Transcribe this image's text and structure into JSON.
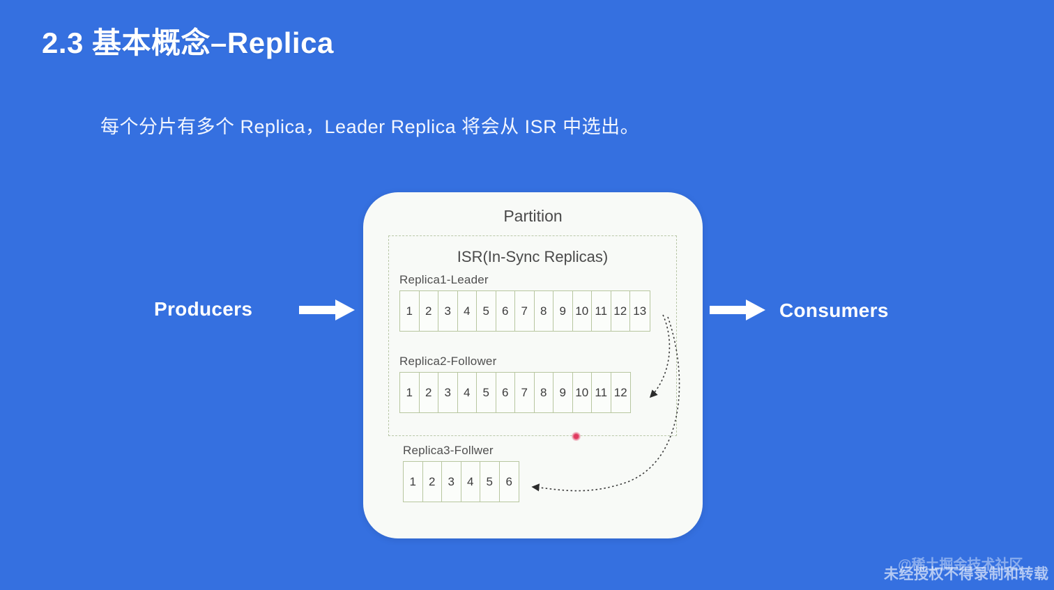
{
  "slide": {
    "title": "2.3 基本概念–Replica",
    "subtitle": "每个分片有多个 Replica，Leader Replica 将会从 ISR 中选出。",
    "background_color": "#3570e0"
  },
  "flow": {
    "producers_label": "Producers",
    "consumers_label": "Consumers",
    "arrow_color": "#ffffff"
  },
  "partition": {
    "title": "Partition",
    "card_color": "#f8faf7",
    "isr": {
      "title": "ISR(In-Sync Replicas)",
      "border_color": "#b9c7a8",
      "marker_color": "#e03a5f"
    },
    "replicas": [
      {
        "label": "Replica1-Leader",
        "role": "leader",
        "offsets": [
          "1",
          "2",
          "3",
          "4",
          "5",
          "6",
          "7",
          "8",
          "9",
          "10",
          "11",
          "12",
          "13"
        ]
      },
      {
        "label": "Replica2-Follower",
        "role": "follower",
        "offsets": [
          "1",
          "2",
          "3",
          "4",
          "5",
          "6",
          "7",
          "8",
          "9",
          "10",
          "11",
          "12"
        ]
      },
      {
        "label": "Replica3-Follwer",
        "role": "follower",
        "offsets": [
          "1",
          "2",
          "3",
          "4",
          "5",
          "6"
        ]
      }
    ],
    "replication_arrows": [
      {
        "from": "Replica1-Leader",
        "to": "Replica2-Follower",
        "style": "dotted-curve"
      },
      {
        "from": "Replica1-Leader",
        "to": "Replica3-Follwer",
        "style": "dotted-curve"
      }
    ]
  },
  "watermarks": {
    "brand": "@稀土掘金技术社区",
    "notice": "未经授权不得录制和转载"
  }
}
